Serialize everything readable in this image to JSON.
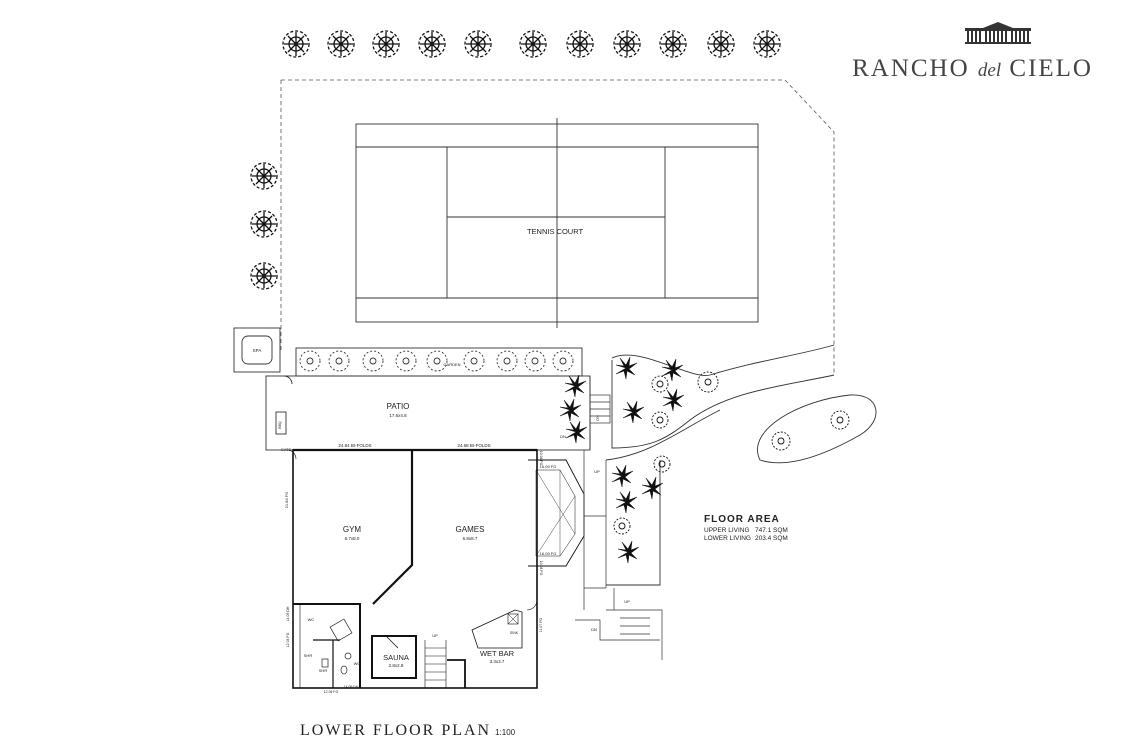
{
  "brand": {
    "name_part1": "RANCHO",
    "name_part2": "del",
    "name_part3": "CIELO",
    "logo_icon": "estate-house-icon"
  },
  "plan_title": {
    "text": "LOWER FLOOR PLAN",
    "scale": "1:100"
  },
  "floor_area": {
    "title": "FLOOR AREA",
    "rows": [
      {
        "label": "UPPER LIVING",
        "value": "747.1 SQM"
      },
      {
        "label": "LOWER LIVING",
        "value": "203.4 SQM"
      }
    ]
  },
  "rooms": {
    "tennis_court": "TENNIS COURT",
    "spa": "SPA",
    "garden": "GARDEN",
    "patio": "PATIO",
    "patio_dim": "17.6x4.8",
    "bbq": "BBQ",
    "gate": "GATE",
    "gym": "GYM",
    "gym_dim": "6.7x8.0",
    "games": "GAMES",
    "games_dim": "6.8x8.7",
    "sauna": "SAUNA",
    "sauna_dim": "2.8x2.8",
    "wet_bar": "WET BAR",
    "wet_bar_dim": "3.3x3.7",
    "shr1": "SHR",
    "shr2": "SHR",
    "wc1": "WC",
    "wc2": "WC"
  },
  "annotations": {
    "bifold_left": "24.84 BI-FOLDS",
    "bifold_right": "24.68 BI-FOLDS",
    "dn1": "DN",
    "dn2": "DN",
    "up1": "UP",
    "up2": "UP",
    "up3": "UP",
    "dn3": "DN",
    "gym_side": "21.84 FG",
    "games_fg1": "16.09 FG",
    "games_fg2": "16.09 FG",
    "games_fg3": "10.04 FG",
    "games_fg4": "10.04 FG",
    "bath_fg1": "14.09 DH",
    "bath_fg2": "12.04 FG",
    "bath_fg3": "12.04 FG",
    "bath_fg4": "14.09 DH",
    "bar_fg": "11.07 FG",
    "sink": "SINK"
  }
}
